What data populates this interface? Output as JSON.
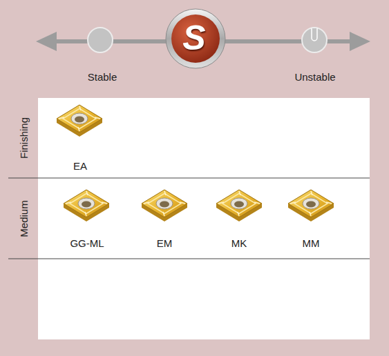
{
  "diagram": {
    "nodes": [
      {
        "text": [
          "Finishing"
        ]
      },
      {
        "text": [
          "Medium"
        ]
      }
    ],
    "labels": [
      "S",
      "Stable",
      "Unstable",
      "EA",
      "GG-ML",
      "EM",
      "MK",
      "MM"
    ]
  }
}
